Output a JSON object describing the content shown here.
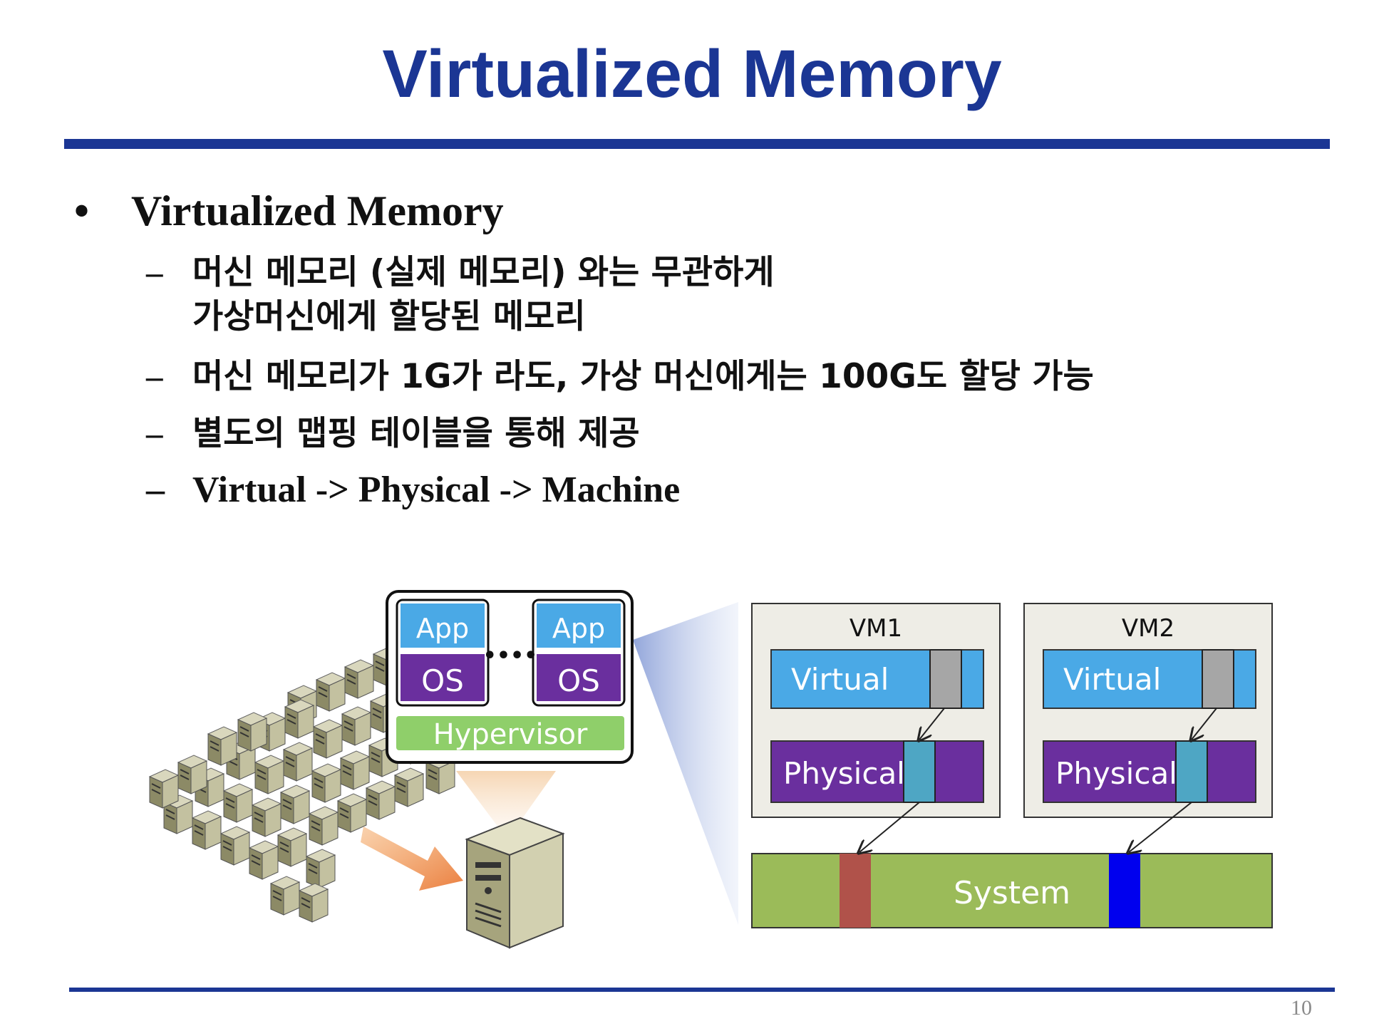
{
  "slide": {
    "title": "Virtualized Memory",
    "page_number": "10"
  },
  "content": {
    "bullet_marker": "•",
    "dash_marker": "–",
    "main_bullet": "Virtualized Memory",
    "sub_items": [
      {
        "line1": "머신 메모리 (실제 메모리) 와는 무관하게",
        "line2": "가상머신에게 할당된 메모리"
      },
      {
        "line1": "머신 메모리가 1G가 라도, 가상 머신에게는 100G도 할당 가능"
      },
      {
        "line1": "별도의 맵핑 테이블을 통해 제공"
      },
      {
        "line1": "Virtual -> Physical -> Machine"
      }
    ]
  },
  "diagram": {
    "stack": {
      "app_label": "App",
      "os_label": "OS",
      "hypervisor_label": "Hypervisor",
      "ellipsis": "••••"
    },
    "vm1": {
      "title": "VM1",
      "virtual_label": "Virtual",
      "physical_label": "Physical"
    },
    "vm2": {
      "title": "VM2",
      "virtual_label": "Virtual",
      "physical_label": "Physical"
    },
    "system_label": "System",
    "colors": {
      "virtual": "#4aa9e6",
      "physical": "#6a2f9e",
      "system": "#9bbb59",
      "vm_box": "#eeede6",
      "highlight_red": "#b0524a",
      "highlight_blue": "#0000ee",
      "app": "#4aa9e6",
      "os": "#6a2f9e",
      "hypervisor": "#8fcf6a"
    }
  }
}
